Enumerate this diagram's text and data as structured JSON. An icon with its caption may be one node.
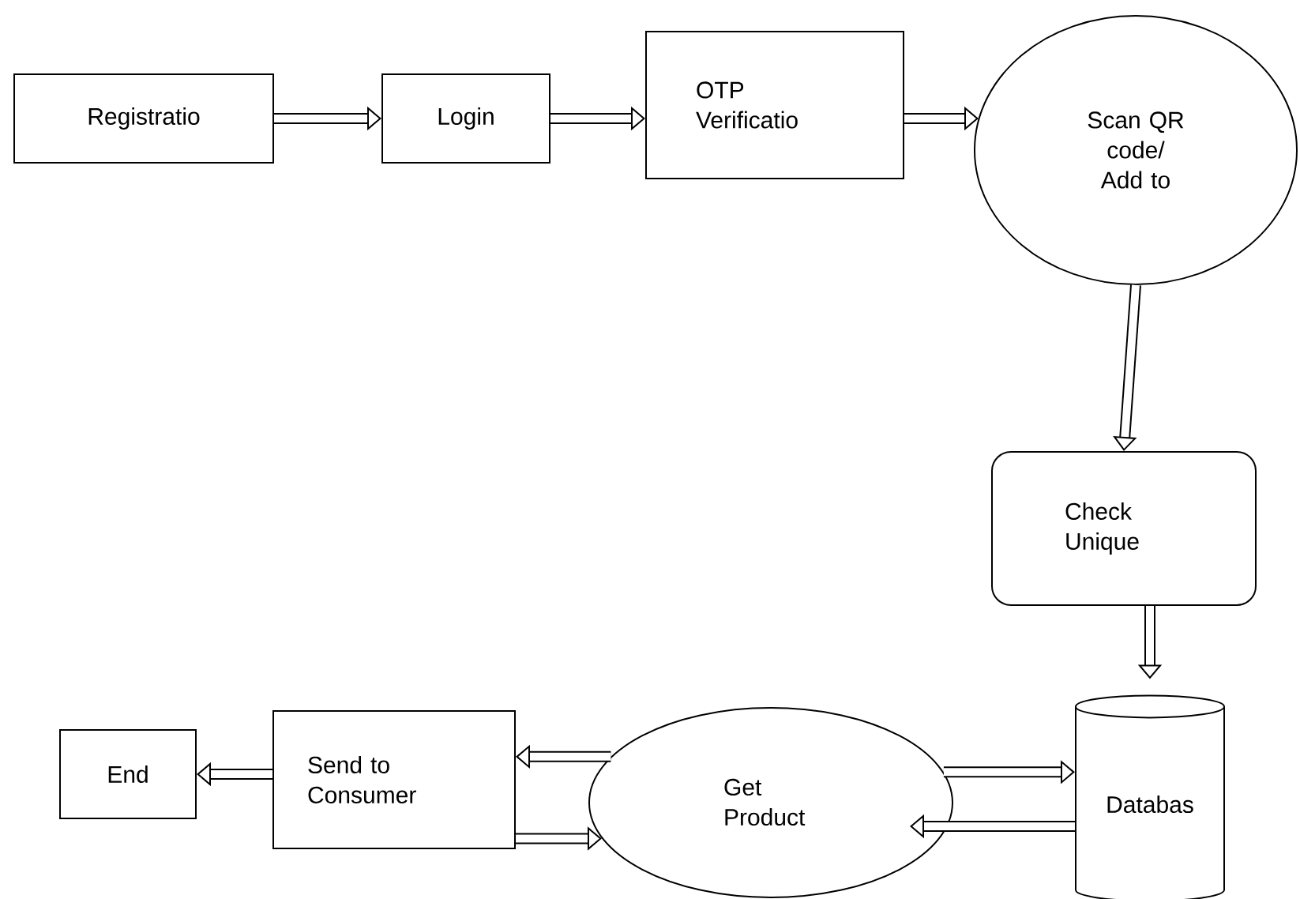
{
  "diagram": {
    "nodes": [
      {
        "text": [
          "Registratio"
        ]
      },
      {
        "text": [
          "Login"
        ]
      },
      {
        "text": [
          "OTP Verificatio"
        ]
      },
      {
        "text": [
          "Scan QR code/ Add to"
        ]
      },
      {
        "text": [
          "Check Unique"
        ]
      },
      {
        "text": [
          "Databas"
        ]
      },
      {
        "text": [
          "Get Product"
        ]
      },
      {
        "text": [
          "Send to Consumer"
        ]
      },
      {
        "text": [
          "End"
        ]
      }
    ],
    "edges": [
      {
        "from": 0,
        "to": 1,
        "arrow": "to"
      },
      {
        "from": 1,
        "to": 2,
        "arrow": "to"
      },
      {
        "from": 2,
        "to": 3,
        "arrow": "to"
      },
      {
        "from": 3,
        "to": 4,
        "arrow": "to"
      },
      {
        "from": 4,
        "to": 5,
        "arrow": "to"
      },
      {
        "from": 6,
        "to": 5,
        "arrow": "to"
      },
      {
        "from": 5,
        "to": 6,
        "arrow": "to"
      },
      {
        "from": 6,
        "to": 7,
        "arrow": "to"
      },
      {
        "from": 7,
        "to": 6,
        "arrow": "to"
      },
      {
        "from": 7,
        "to": 8,
        "arrow": "to"
      }
    ]
  }
}
